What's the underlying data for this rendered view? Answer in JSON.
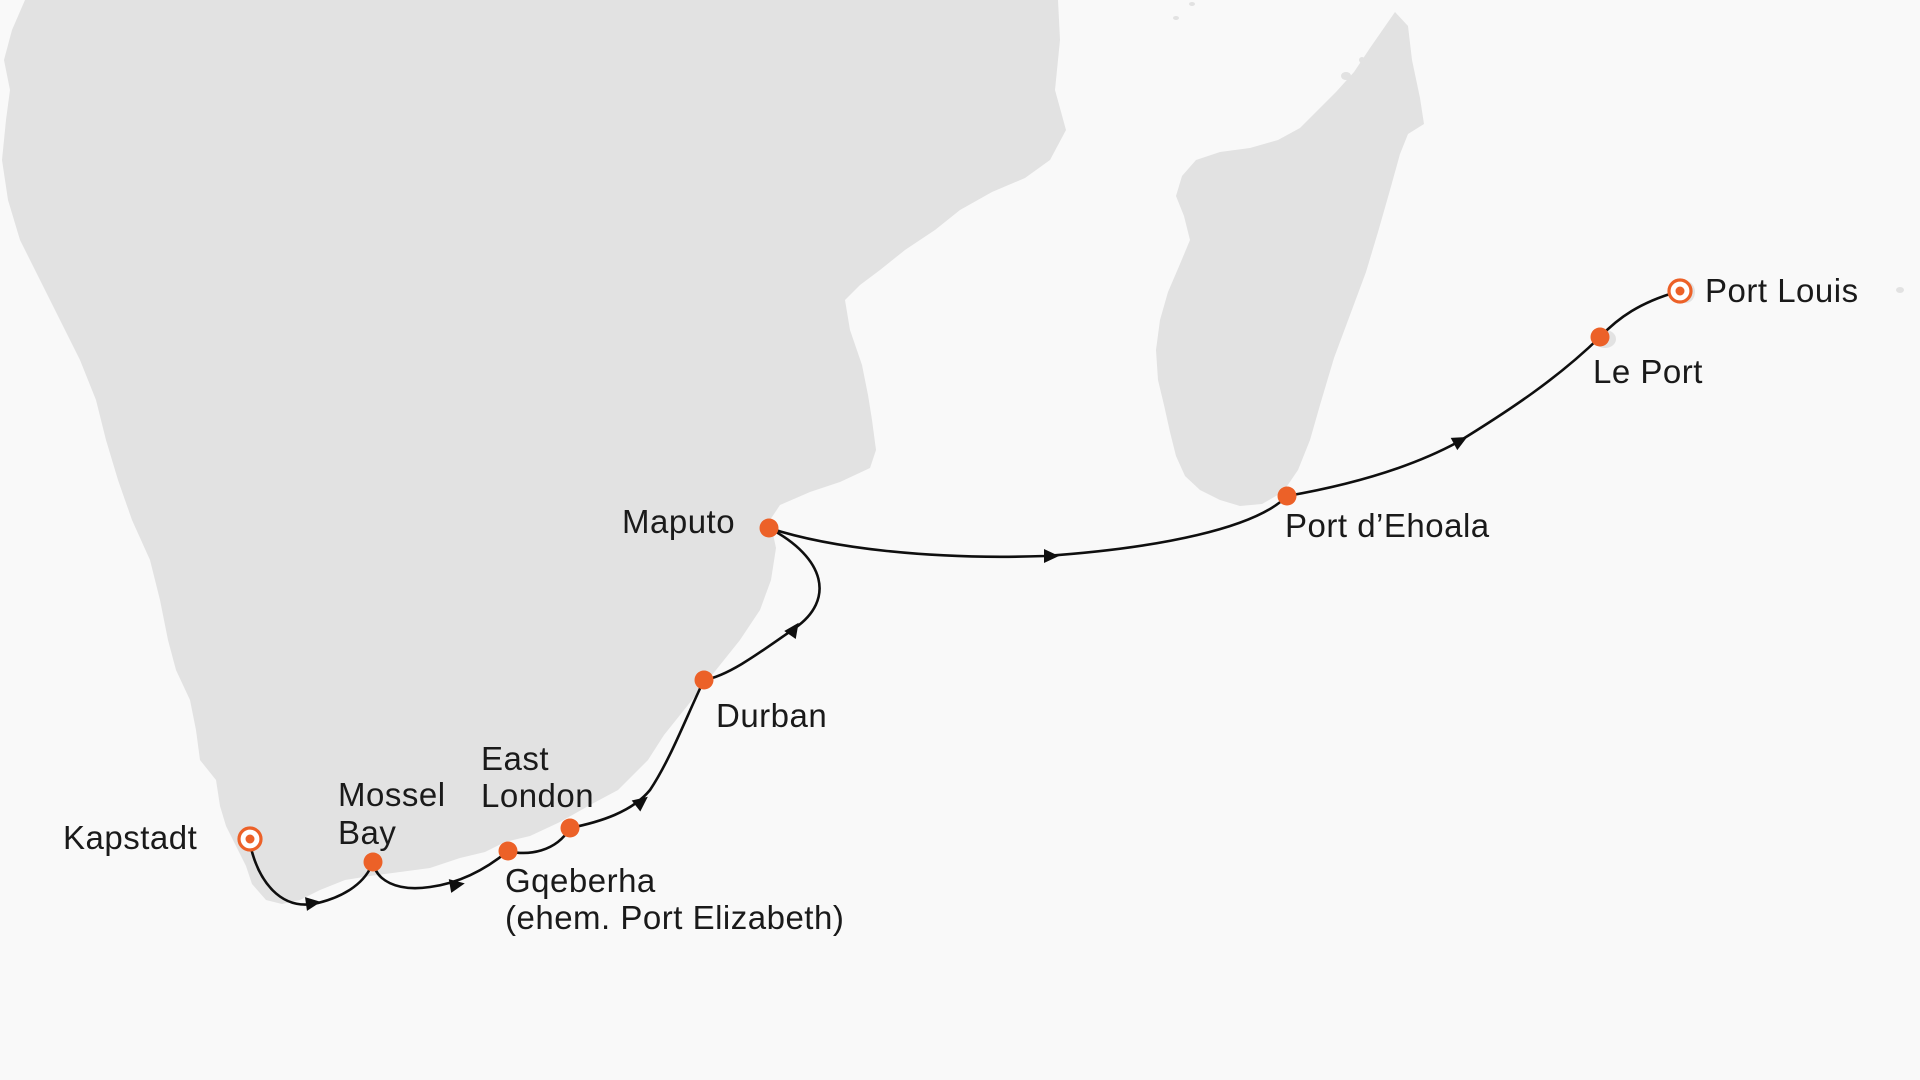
{
  "map": {
    "colors": {
      "background": "#f9f9f9",
      "land": "#e2e2e2",
      "route": "#0f0f0f",
      "port": "#ec6128"
    },
    "ports": [
      {
        "id": "kapstadt",
        "lines": [
          "Kapstadt"
        ],
        "kind": "terminal"
      },
      {
        "id": "mossel-bay",
        "lines": [
          "Mossel",
          "Bay"
        ],
        "kind": "stop"
      },
      {
        "id": "gqeberha",
        "lines": [
          "Gqeberha",
          "(ehem. Port Elizabeth)"
        ],
        "kind": "stop"
      },
      {
        "id": "east-london",
        "lines": [
          "East",
          "London"
        ],
        "kind": "stop"
      },
      {
        "id": "durban",
        "lines": [
          "Durban"
        ],
        "kind": "stop"
      },
      {
        "id": "maputo",
        "lines": [
          "Maputo"
        ],
        "kind": "stop"
      },
      {
        "id": "port-dehoala",
        "lines": [
          "Port d’Ehoala"
        ],
        "kind": "stop"
      },
      {
        "id": "le-port",
        "lines": [
          "Le Port"
        ],
        "kind": "stop"
      },
      {
        "id": "port-louis",
        "lines": [
          "Port Louis"
        ],
        "kind": "terminal"
      }
    ],
    "route_order": [
      "kapstadt",
      "mossel-bay",
      "gqeberha",
      "east-london",
      "durban",
      "maputo",
      "port-dehoala",
      "le-port",
      "port-louis"
    ]
  }
}
